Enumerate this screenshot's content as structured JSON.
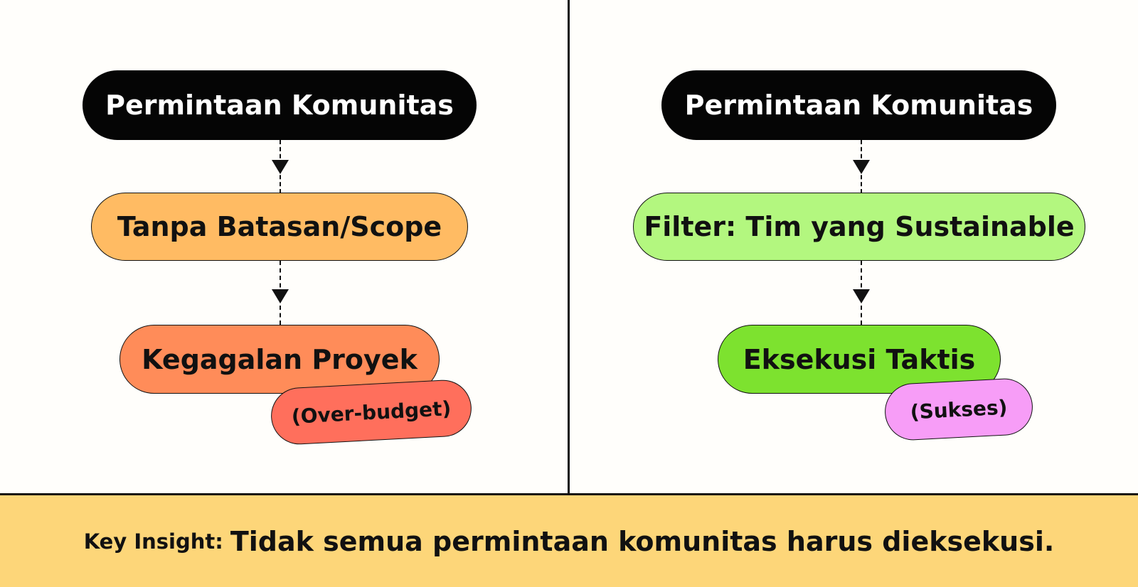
{
  "left": {
    "request": "Permintaan Komunitas",
    "step": "Tanpa Batasan/Scope",
    "result": "Kegagalan Proyek",
    "tag": "(Over-budget)",
    "colors": {
      "step": "#ffbb63",
      "result": "#ff8c59",
      "tag": "#ff6f5c"
    }
  },
  "right": {
    "request": "Permintaan Komunitas",
    "step": "Filter: Tim yang Sustainable",
    "result": "Eksekusi Taktis",
    "tag": "(Sukses)",
    "colors": {
      "step": "#b3f77f",
      "result": "#7de22f",
      "tag": "#f79df7"
    }
  },
  "footer": {
    "key": "Key Insight:",
    "text": "Tidak semua permintaan komunitas harus dieksekusi."
  }
}
